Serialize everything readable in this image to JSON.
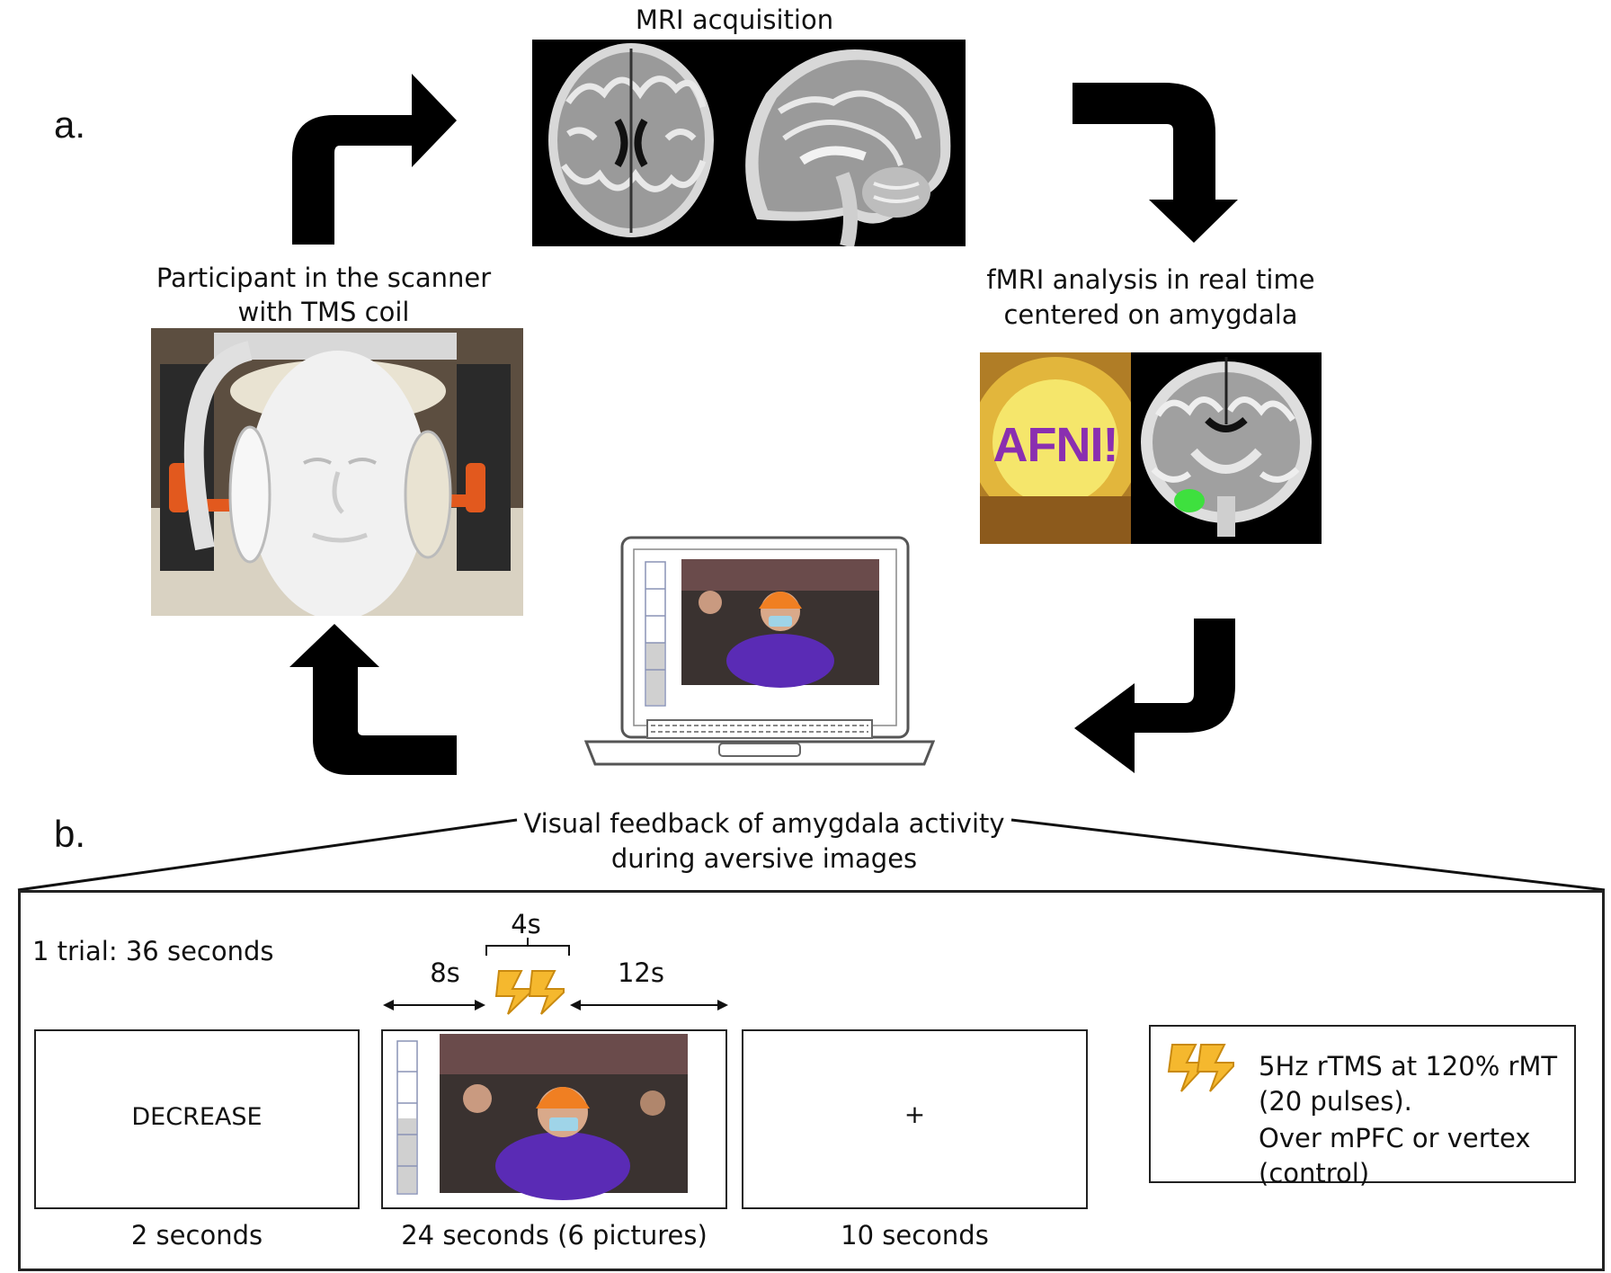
{
  "panel_a": {
    "label": "a.",
    "mri_title": "MRI acquisition",
    "participant_caption": [
      "Participant in the scanner",
      "with TMS coil"
    ],
    "fmri_caption": [
      "fMRI analysis in real time",
      "centered on amygdala"
    ],
    "afni_logo_text": "AFNI!",
    "feedback_caption": [
      "Visual feedback of amygdala activity",
      "during aversive images"
    ]
  },
  "panel_b": {
    "label": "b.",
    "trial_label": "1 trial: 36 seconds",
    "blocks": [
      {
        "content": "DECREASE",
        "duration": "2 seconds"
      },
      {
        "content": "",
        "duration": "24 seconds (6 pictures)"
      },
      {
        "content": "+",
        "duration": "10 seconds"
      }
    ],
    "timing": {
      "before": "8s",
      "tms": "4s",
      "after": "12s"
    },
    "tms_note": [
      "5Hz rTMS at 120% rMT",
      "(20 pulses).",
      "Over mPFC or vertex",
      "(control)"
    ]
  },
  "colors": {
    "arrow": "#000000",
    "bolt": "#f5b82e",
    "amygdala_roi": "#3ee03e",
    "photo_jacket": "#5a2bb5",
    "photo_hat": "#f07f22"
  }
}
